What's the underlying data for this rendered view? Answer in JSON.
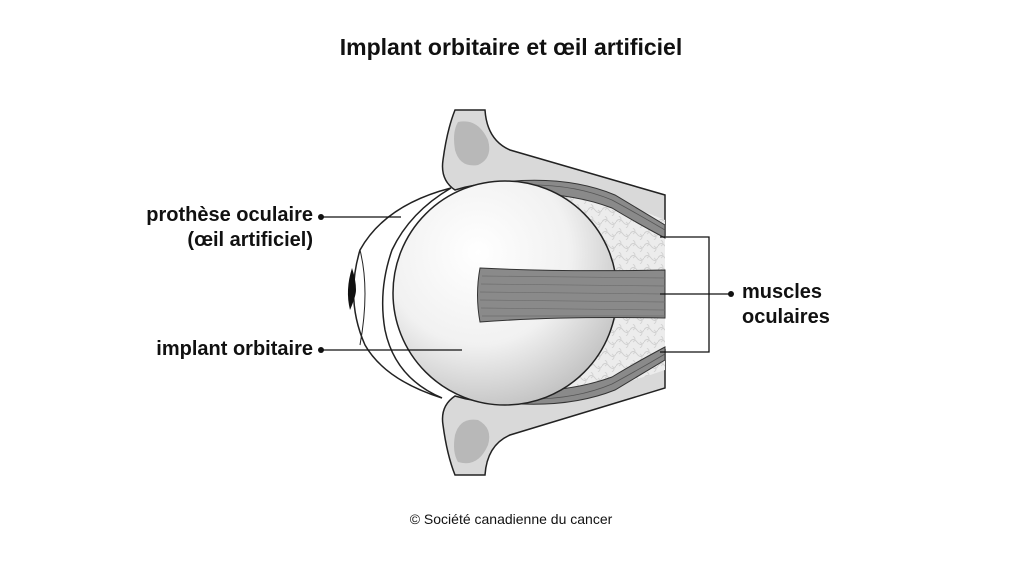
{
  "title": "Implant orbitaire et œil artificiel",
  "labels": {
    "prosthesis_line1": "prothèse oculaire",
    "prosthesis_line2": "(œil artificiel)",
    "implant": "implant orbitaire",
    "muscles_line1": "muscles",
    "muscles_line2": "oculaires"
  },
  "copyright": "© Société canadienne du cancer",
  "colors": {
    "bone": "#d9d9d9",
    "bone_inner": "#b8b8b8",
    "tissue": "#ececec",
    "muscle": "#8a8a8a",
    "outline": "#222222",
    "implant_light": "#ffffff",
    "implant_dark": "#bdbdbd"
  }
}
